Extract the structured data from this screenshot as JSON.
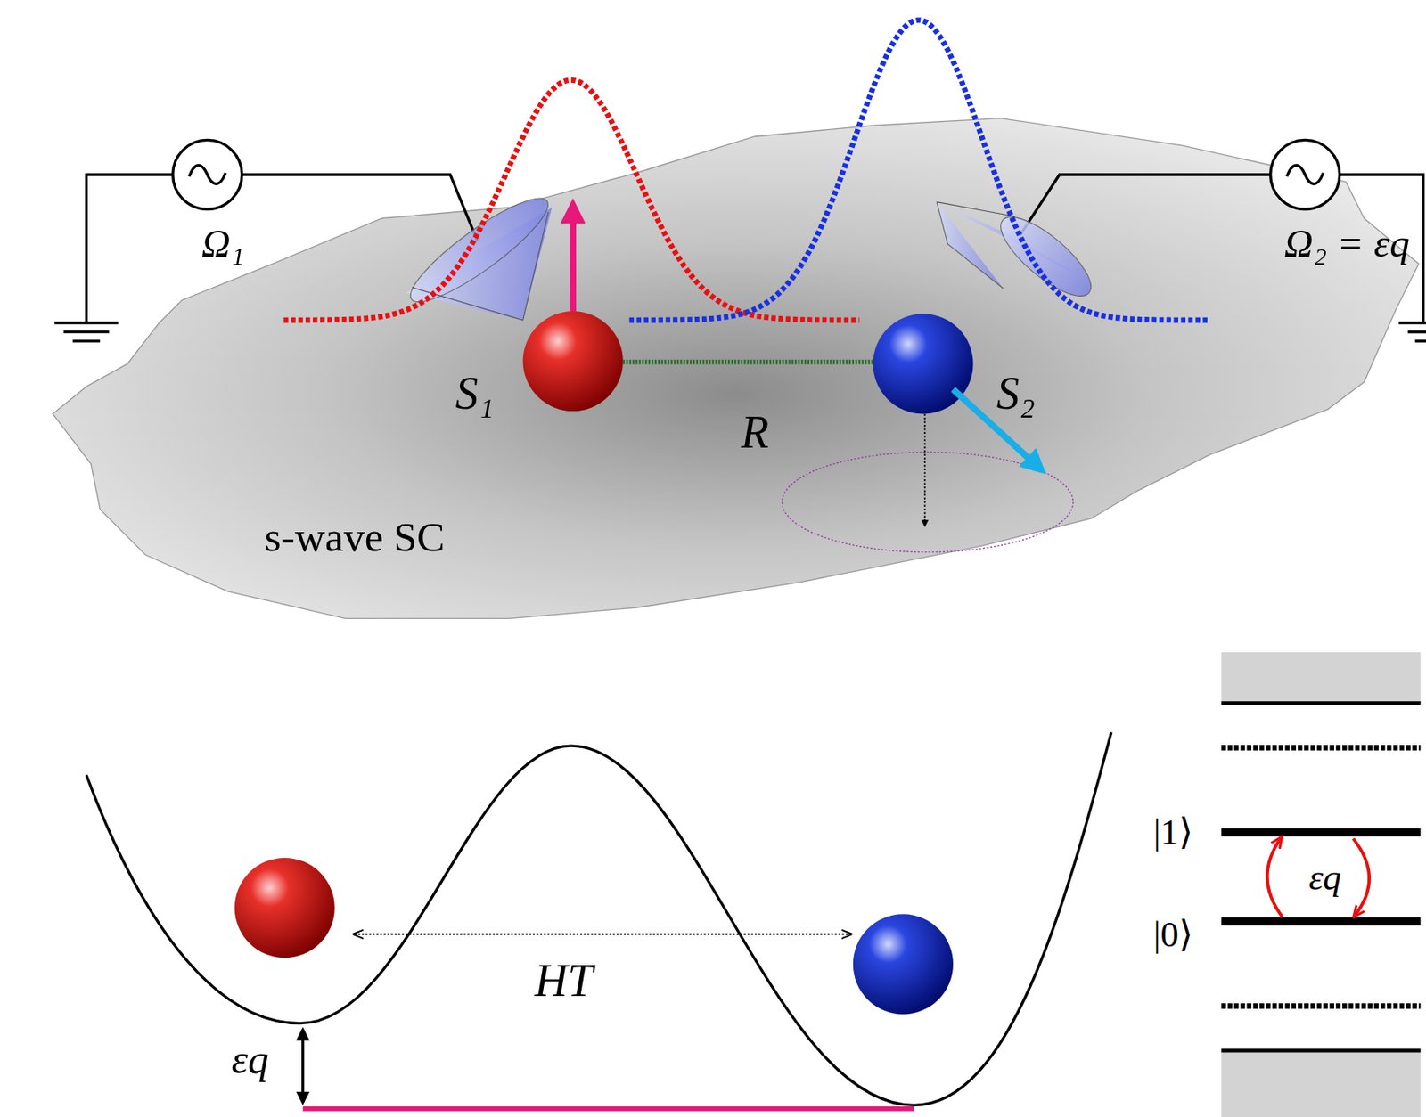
{
  "diagram": {
    "labels": [
      "Ω₁",
      "Ω₂ = εq",
      "S₁",
      "R",
      "S₂",
      "s-wave SC",
      "HT",
      "|1⟩",
      "εq",
      "|0⟩",
      "εq"
    ]
  }
}
